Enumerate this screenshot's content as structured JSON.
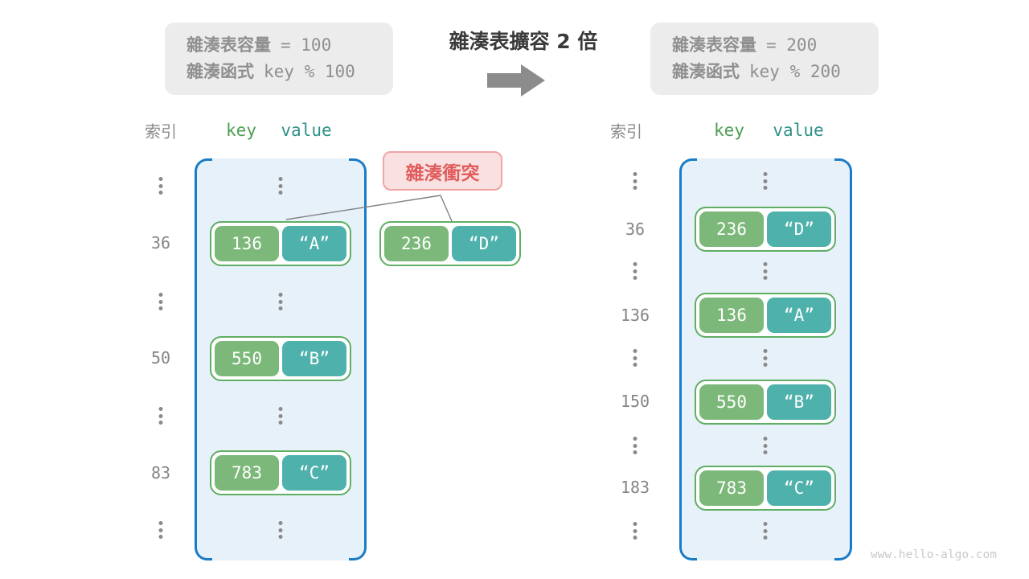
{
  "header": {
    "left_capacity": {
      "label1": "雜湊表容量",
      "value1": "= 100",
      "label2": "雜湊函式",
      "value2": "key % 100"
    },
    "title": "雜湊表擴容 2 倍",
    "right_capacity": {
      "label1": "雜湊表容量",
      "value1": "= 200",
      "label2": "雜湊函式",
      "value2": "key % 200"
    }
  },
  "collision": {
    "label": "雜湊衝突",
    "pair": {
      "key": "236",
      "value": "“D”"
    }
  },
  "tables": {
    "left": {
      "headers": {
        "index": "索引",
        "key": "key",
        "value": "value"
      },
      "rows": [
        {
          "index": "36",
          "key": "136",
          "value": "“A”"
        },
        {
          "index": "50",
          "key": "550",
          "value": "“B”"
        },
        {
          "index": "83",
          "key": "783",
          "value": "“C”"
        }
      ]
    },
    "right": {
      "headers": {
        "index": "索引",
        "key": "key",
        "value": "value"
      },
      "rows": [
        {
          "index": "36",
          "key": "236",
          "value": "“D”"
        },
        {
          "index": "136",
          "key": "136",
          "value": "“A”"
        },
        {
          "index": "150",
          "key": "550",
          "value": "“B”"
        },
        {
          "index": "183",
          "key": "783",
          "value": "“C”"
        }
      ]
    }
  },
  "watermark": "www.hello-algo.com",
  "colors": {
    "key_box": "#7CB879",
    "value_box": "#4EB1AB",
    "pair_border": "#5FAE63",
    "table_fill": "#E7F1FA",
    "table_bracket": "#1B7CC6",
    "header_key_text": "#4E9E52",
    "header_value_text": "#2F9188",
    "gray_text": "#8F8F8F",
    "collision_text": "#E05C5C",
    "collision_fill": "#FAE1E1",
    "collision_border": "#F0A4A4",
    "arrow": "#8C8C8C"
  }
}
